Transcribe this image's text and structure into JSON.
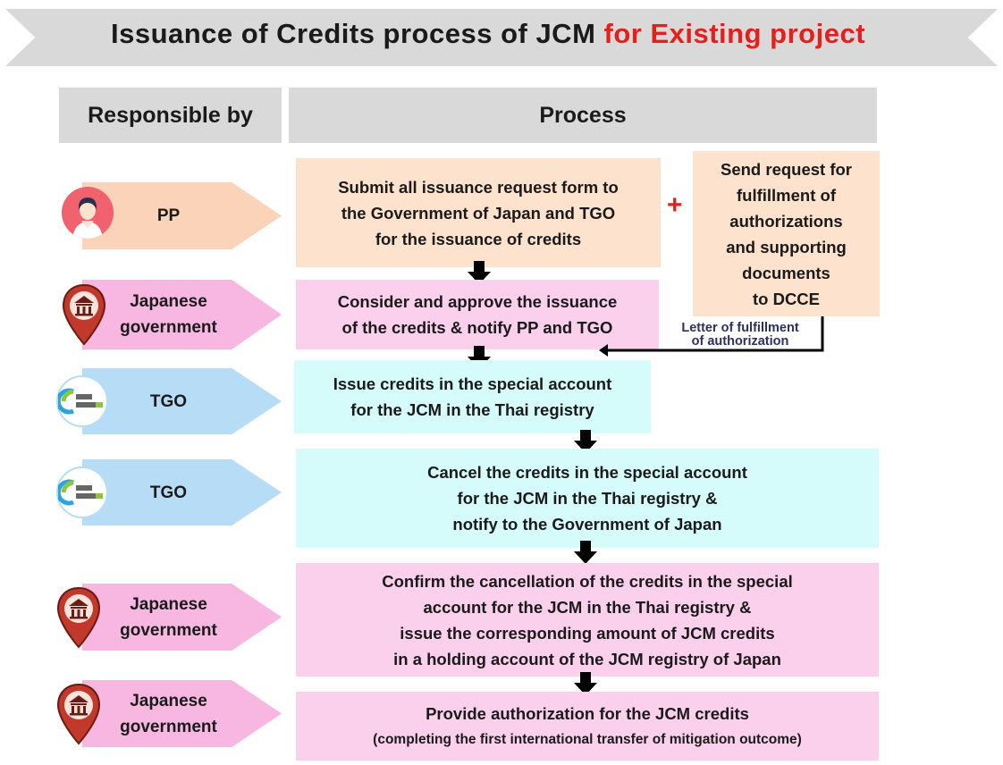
{
  "title": {
    "main": "Issuance of Credits process of JCM",
    "highlight": "for Existing project"
  },
  "headers": {
    "responsible": "Responsible by",
    "process": "Process"
  },
  "rows": [
    {
      "responsible": "PP",
      "icon": "person-avatar-icon",
      "process": "Submit all issuance request form to\nthe Government of Japan and TGO\nfor the issuance of credits"
    },
    {
      "responsible": "Japanese\ngovernment",
      "icon": "government-pin-icon",
      "process": "Consider and approve the issuance\nof the credits & notify PP and TGO"
    },
    {
      "responsible": "TGO",
      "icon": "tgo-logo-icon",
      "process": "Issue credits in the special account\nfor the JCM in the Thai registry"
    },
    {
      "responsible": "TGO",
      "icon": "tgo-logo-icon",
      "process": "Cancel the credits in the special account\nfor the JCM in the Thai registry &\nnotify to the Government of Japan"
    },
    {
      "responsible": "Japanese\ngovernment",
      "icon": "government-pin-icon",
      "process": "Confirm the cancellation of the credits in the special\naccount for the JCM in the Thai registry &\nissue the corresponding amount of JCM credits\nin a holding account of the JCM registry of Japan"
    },
    {
      "responsible": "Japanese\ngovernment",
      "icon": "government-pin-icon",
      "process_line1": "Provide authorization for the JCM credits",
      "process_line2": "(completing the first international transfer of mitigation outcome)"
    }
  ],
  "side_box": "Send request for\nfulfillment of\nauthorizations\nand supporting\ndocuments\nto DCCE",
  "plus_sign": "+",
  "letter_label": "Letter of fulfillment\nof authorization",
  "colors": {
    "highlight": "#e3201b",
    "pp": "#fbd3b8",
    "government": "#f7b7e1",
    "tgo": "#b7dcf5",
    "tgo_box": "#d6fbfb"
  }
}
